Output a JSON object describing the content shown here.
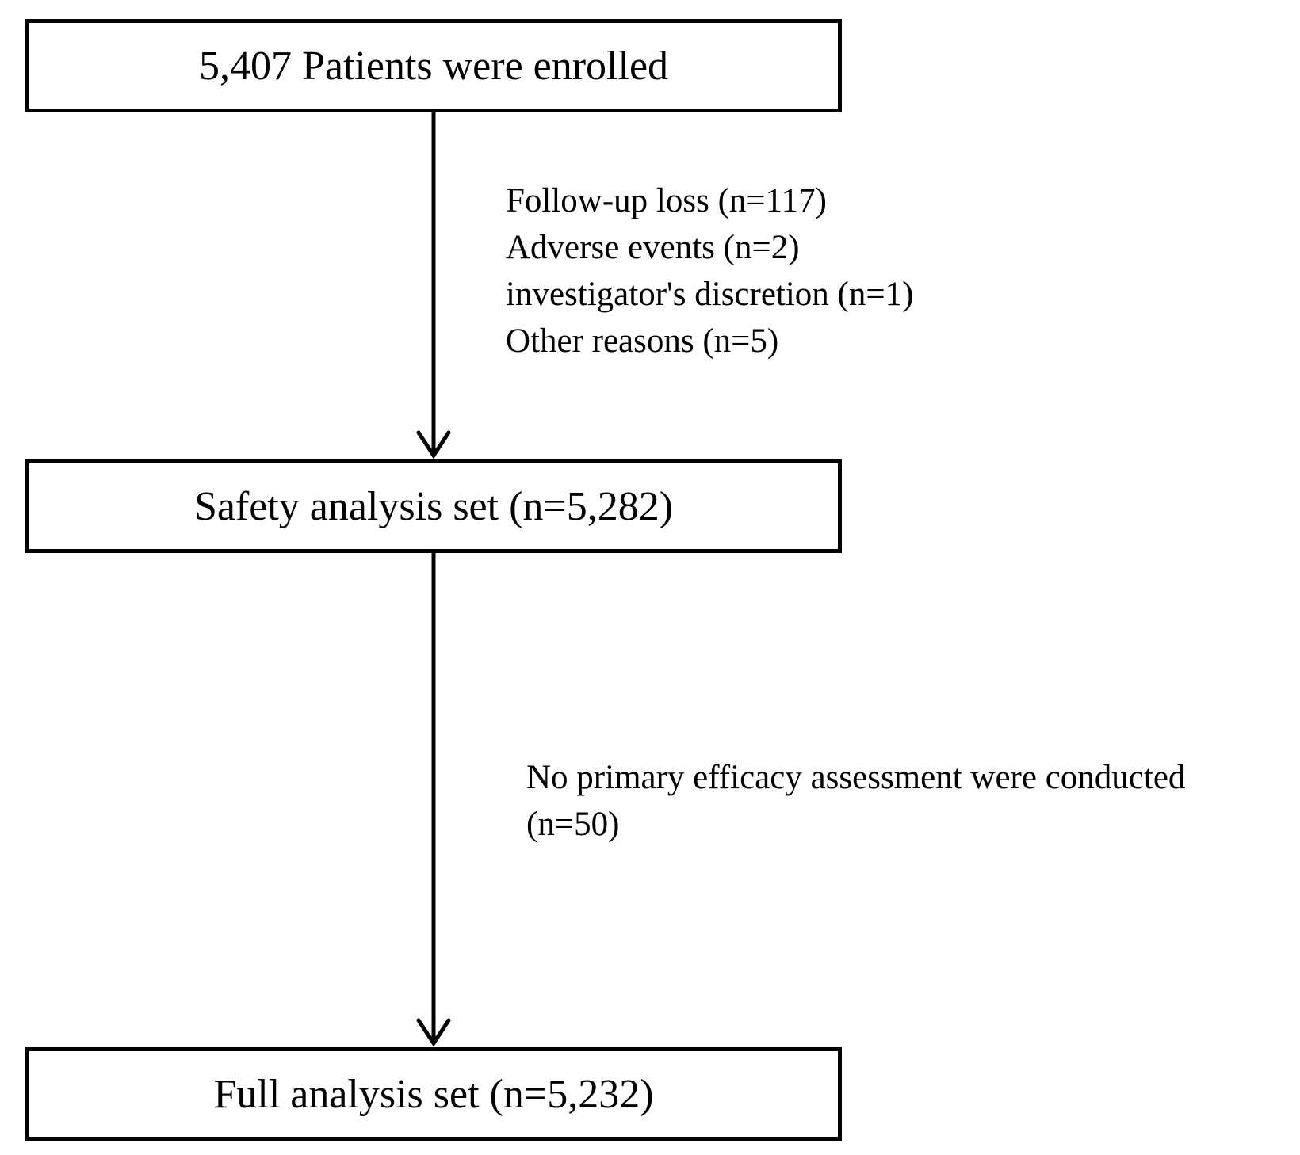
{
  "boxes": {
    "enrolled": "5,407 Patients  were  enrolled",
    "safety": "Safety  analysis  set (n=5,282)",
    "full": "Full  analysis  set (n=5,232)"
  },
  "exclusions_1": [
    "Follow-up  loss (n=117)",
    "Adverse events (n=2)",
    "investigator's discretion (n=1)",
    "Other reasons (n=5)"
  ],
  "exclusions_2": [
    "No primary  efficacy  assessment were conducted",
    "(n=50)"
  ]
}
